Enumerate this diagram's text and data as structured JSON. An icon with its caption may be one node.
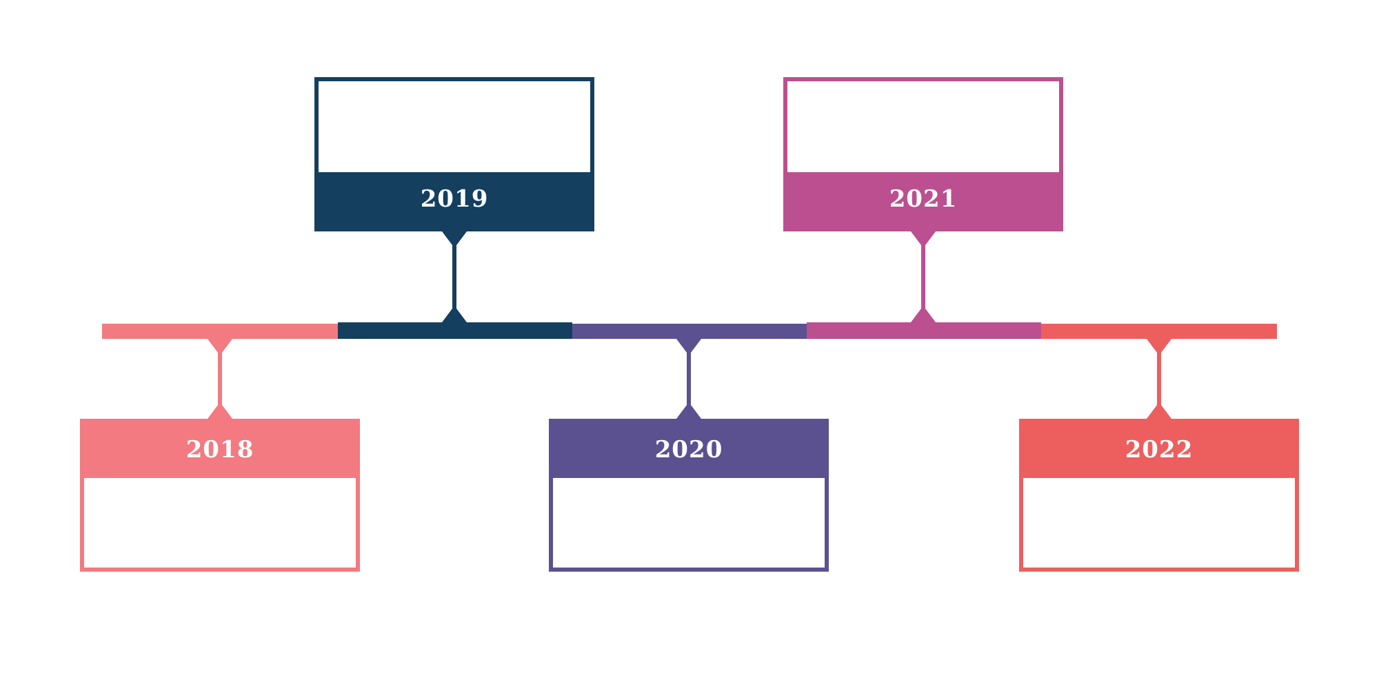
{
  "diagram": {
    "nodes": [
      {
        "text": [
          "2018"
        ]
      },
      {
        "text": [
          "2019"
        ]
      },
      {
        "text": [
          "2020"
        ]
      },
      {
        "text": [
          "2021"
        ]
      },
      {
        "text": [
          "2022"
        ]
      },
      {
        "text": [],
        "shape": "bar"
      },
      {
        "text": [],
        "shape": "bar"
      },
      {
        "text": [],
        "shape": "bar"
      },
      {
        "text": [],
        "shape": "bar"
      },
      {
        "text": [],
        "shape": "bar"
      }
    ],
    "edges": [
      {
        "from": 5,
        "to": 0,
        "arrow": "other",
        "color": "#f27a80"
      },
      {
        "from": 6,
        "to": 1,
        "arrow": "other",
        "color": "#143f5e"
      },
      {
        "from": 7,
        "to": 2,
        "arrow": "other",
        "color": "#5b5190"
      },
      {
        "from": 8,
        "to": 3,
        "arrow": "other",
        "color": "#bc4f8f"
      },
      {
        "from": 9,
        "to": 4,
        "arrow": "other",
        "color": "#ec5f5e"
      }
    ]
  }
}
